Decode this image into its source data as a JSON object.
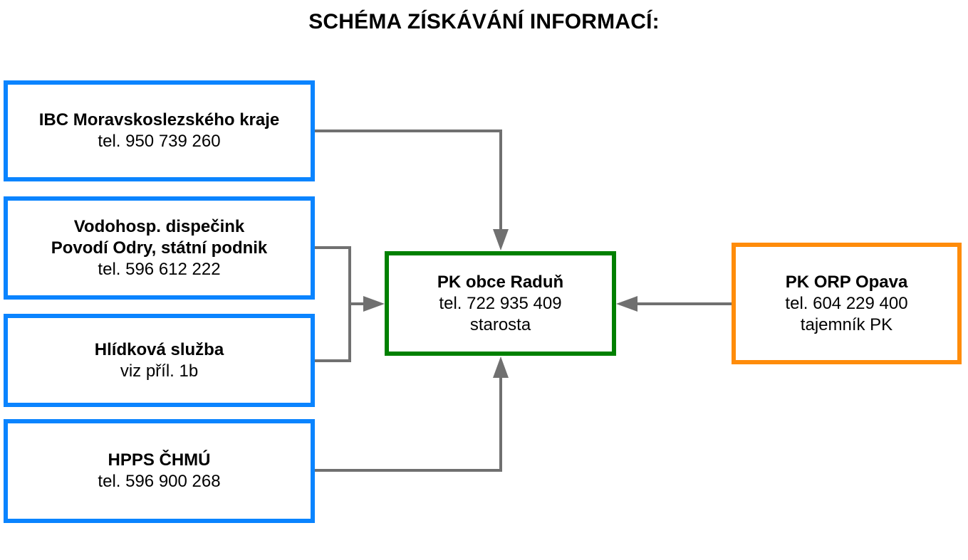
{
  "title": "SCHÉMA ZÍSKÁVÁNÍ INFORMACÍ:",
  "colors": {
    "source_border": "#0a84ff",
    "center_border": "#008000",
    "orp_border": "#ff8c0a",
    "connector": "#707070"
  },
  "nodes": {
    "ibc": {
      "name": "IBC Moravskoslezského kraje",
      "line1": "tel. 950 739 260"
    },
    "vodo": {
      "name1": "Vodohosp. dispečink",
      "name2": "Povodí Odry, státní podnik",
      "line1": "tel. 596 612 222"
    },
    "hlid": {
      "name": "Hlídková služba",
      "line1": "viz příl. 1b"
    },
    "hpps": {
      "name": "HPPS ČHMÚ",
      "line1": "tel. 596 900 268"
    },
    "center": {
      "name": "PK obce Raduň",
      "line1": "tel. 722 935 409",
      "line2": "starosta"
    },
    "orp": {
      "name": "PK ORP Opava",
      "line1": "tel. 604 229 400",
      "line2": "tajemník PK"
    }
  },
  "edges": [
    {
      "from": "IBC Moravskoslezského kraje",
      "to": "PK obce Raduň"
    },
    {
      "from": "Vodohosp. dispečink",
      "to": "PK obce Raduň"
    },
    {
      "from": "Hlídková služba",
      "to": "PK obce Raduň"
    },
    {
      "from": "HPPS ČHMÚ",
      "to": "PK obce Raduň"
    },
    {
      "from": "PK ORP Opava",
      "to": "PK obce Raduň"
    }
  ]
}
